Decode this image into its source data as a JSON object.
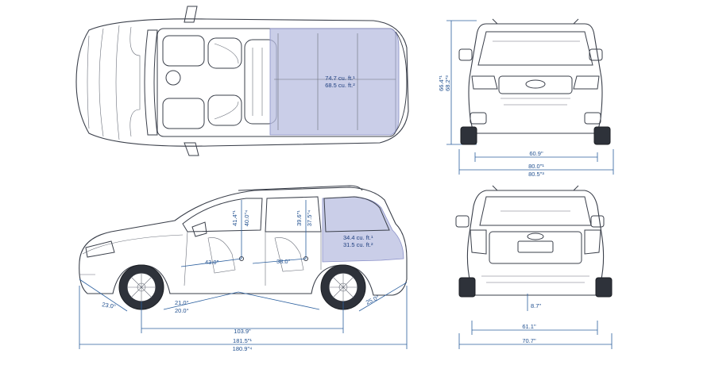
{
  "dimensions": {
    "top_cargo_volume_1": "74.7 cu. ft.¹",
    "top_cargo_volume_2": "68.5 cu. ft.²",
    "front_height_1": "66.4\"¹",
    "front_height_2": "68.2\"³",
    "front_track": "60.9\"",
    "front_width_1": "80.0\"¹",
    "front_width_2": "80.5\"³",
    "side_headroom_front_1": "41.4\"¹",
    "side_headroom_front_2": "40.0\"⁴",
    "side_headroom_rear_1": "39.6\"¹",
    "side_headroom_rear_2": "37.5\"⁴",
    "side_cargo_volume_1": "34.4 cu. ft.¹",
    "side_cargo_volume_2": "31.5 cu. ft.²",
    "side_legroom_front": "43.0\"",
    "side_legroom_rear": "38.0\"",
    "approach_angle": "23.0°",
    "breakover_angle_1": "21.0°",
    "breakover_angle_2": "20.0°",
    "departure_angle": "25.0°",
    "wheelbase": "103.9\"",
    "overall_length_1": "181.5\"¹",
    "overall_length_2": "180.9\"⁴",
    "ground_clearance": "8.7\"",
    "rear_track": "61.1\"",
    "rear_width": "70.7\""
  }
}
